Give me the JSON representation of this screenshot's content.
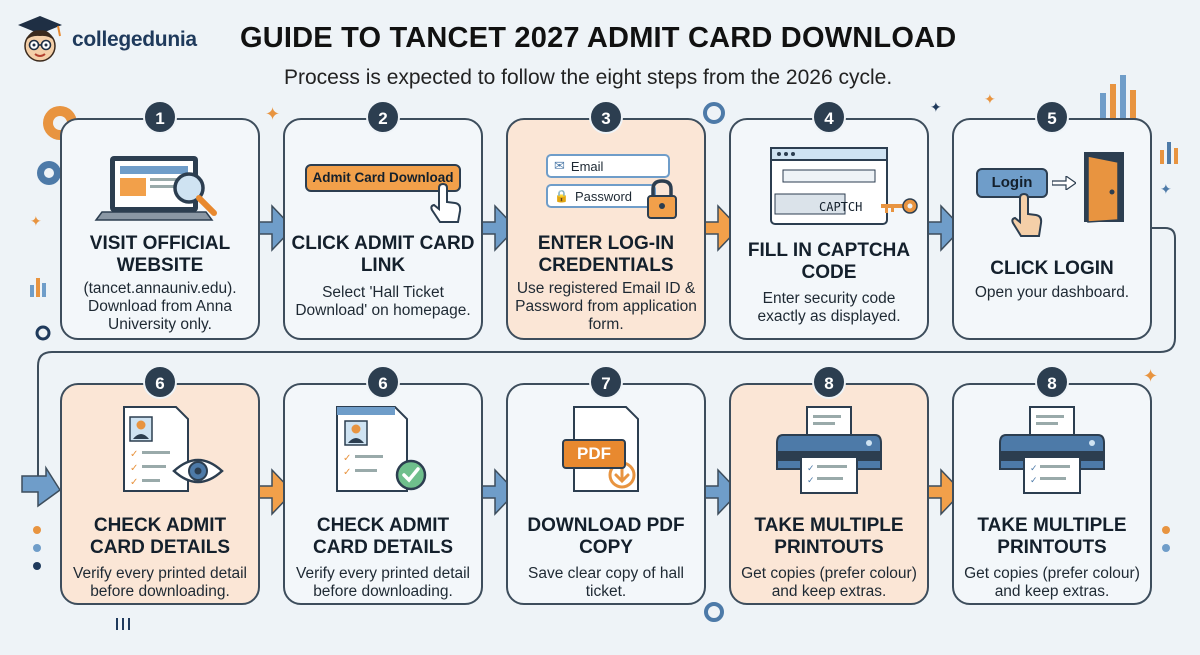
{
  "brand": {
    "name": "collegedunia"
  },
  "header": {
    "title": "GUIDE TO TANCET 2027 ADMIT CARD DOWNLOAD",
    "subtitle": "Process is expected to follow the eight steps from the 2026 cycle."
  },
  "steps": [
    {
      "num": "1",
      "title": "VISIT OFFICIAL WEBSITE",
      "desc": "(tancet.annauniv.edu). Download from Anna University only.",
      "icon": "laptop-magnifier-icon"
    },
    {
      "num": "2",
      "title": "CLICK ADMIT CARD LINK",
      "desc": "Select 'Hall Ticket Download' on homepage.",
      "button_label": "Admit Card Download",
      "icon": "cursor-hand-icon"
    },
    {
      "num": "3",
      "title": "ENTER LOG-IN CREDENTIALS",
      "desc": "Use registered Email ID & Password from application form.",
      "email_label": "Email",
      "password_label": "Password",
      "icon": "padlock-icon"
    },
    {
      "num": "4",
      "title": "FILL IN CAPTCHA CODE",
      "desc": "Enter security code exactly as displayed.",
      "captcha_text": "CAPTCH",
      "icon": "key-icon"
    },
    {
      "num": "5",
      "title": "CLICK LOGIN",
      "desc": "Open your dashboard.",
      "button_label": "Login",
      "icon": "door-icon"
    },
    {
      "num": "6",
      "title": "CHECK ADMIT CARD DETAILS",
      "desc": "Verify every printed detail before downloading.",
      "icon": "document-eye-icon"
    },
    {
      "num": "6",
      "title": "CHECK ADMIT CARD DETAILS",
      "desc": "Verify every printed detail before downloading.",
      "icon": "document-check-icon"
    },
    {
      "num": "7",
      "title": "DOWNLOAD PDF COPY",
      "desc": "Save clear copy of hall ticket.",
      "pdf_label": "PDF",
      "icon": "pdf-download-icon"
    },
    {
      "num": "8",
      "title": "TAKE MULTIPLE PRINTOUTS",
      "desc": "Get copies (prefer colour) and keep extras.",
      "icon": "printer-icon"
    },
    {
      "num": "8",
      "title": "TAKE MULTIPLE PRINTOUTS",
      "desc": "Get copies (prefer colour) and keep extras.",
      "icon": "printer-icon"
    }
  ],
  "colors": {
    "card_border": "#3d4d5c",
    "peach": "#fbe6d6",
    "card_bg": "#f3f7fa",
    "arrow_blue": "#6f9dc9",
    "arrow_orange": "#f2a04a",
    "badge": "#2c3e50"
  }
}
